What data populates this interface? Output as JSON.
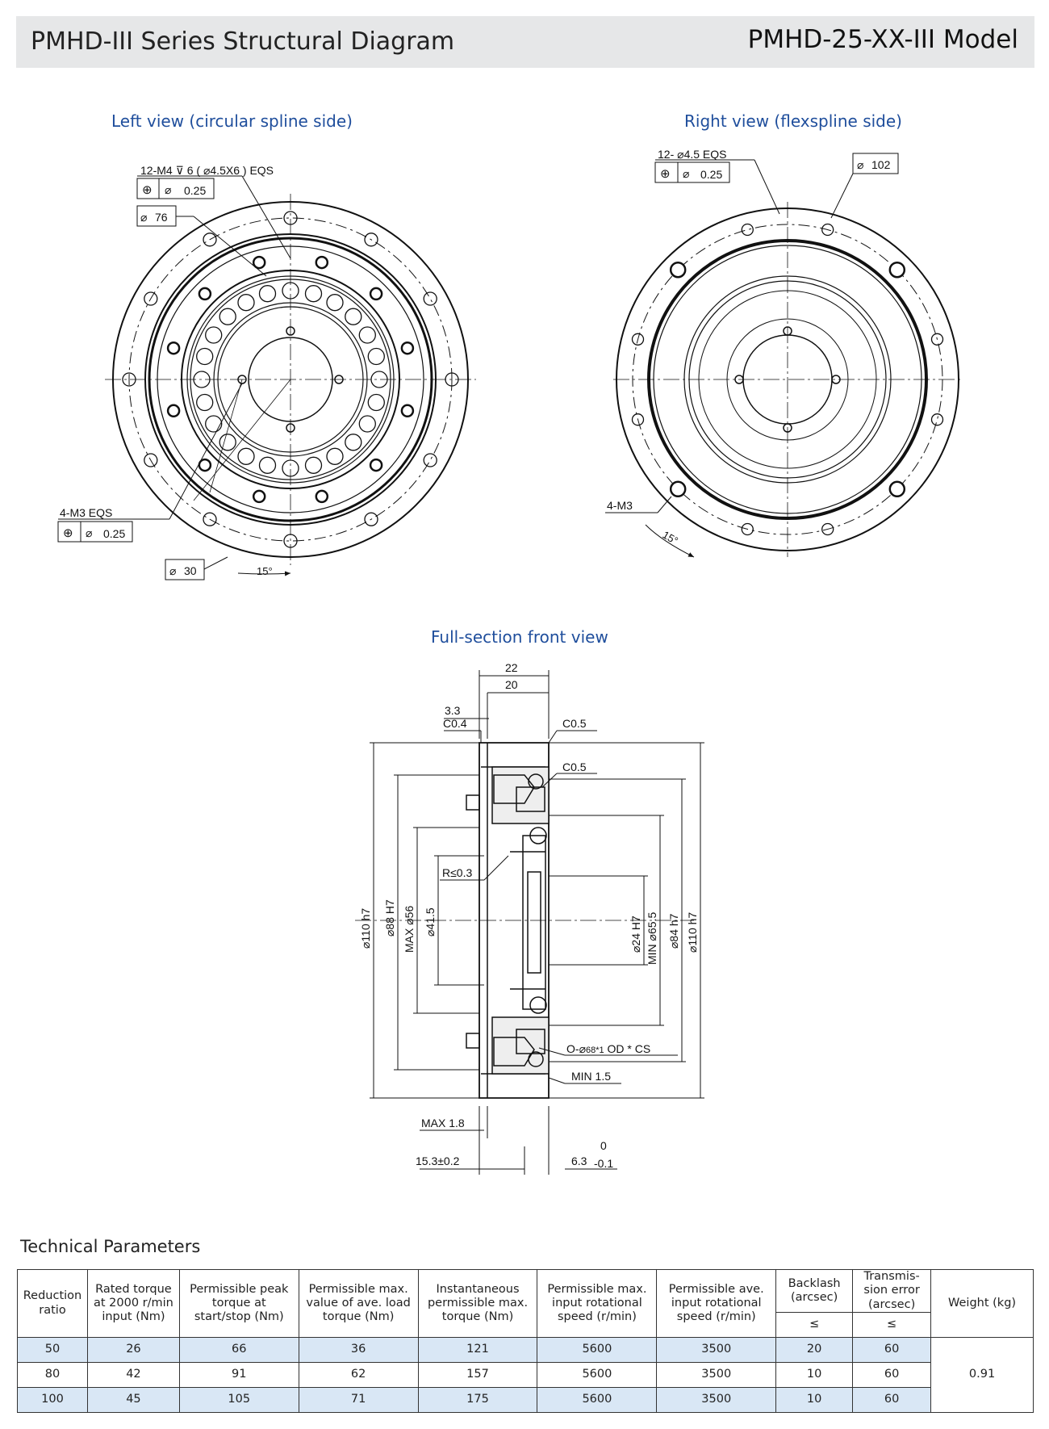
{
  "header": {
    "title": "PMHD-III Series Structural Diagram",
    "model": "PMHD-25-XX-III Model"
  },
  "captions": {
    "left": "Left view (circular spline side)",
    "right": "Right view (flexspline side)",
    "section": "Full-section front view"
  },
  "left_view": {
    "holes_callout": "12-M4",
    "depth": "6",
    "bore": "4.5X6",
    "eqs": "EQS",
    "pos_tol": "0.25",
    "dia76": "76",
    "m3_callout": "4-M3 EQS",
    "m3_tol": "0.25",
    "dia30": "30",
    "angle": "15°"
  },
  "right_view": {
    "holes_callout": "12-",
    "hole_dia": "4.5 EQS",
    "pos_tol": "0.25",
    "dia102": "102",
    "m3_callout": "4-M3",
    "angle": "15°"
  },
  "section_view": {
    "d22": "22",
    "d20": "20",
    "d33": "3.3",
    "c04": "C0.4",
    "c05a": "C0.5",
    "c05b": "C0.5",
    "r03": "R≤0.3",
    "d110a": "110 h7",
    "d88": "88 H7",
    "max56": "MAX",
    "d56": "56",
    "d415": "41.5",
    "d24": "24 H7",
    "min655": "MIN",
    "d655": "65.5",
    "d84": "84 h7",
    "d110b": "110 h7",
    "oring_pre": "O-",
    "oring_dia": "68*1",
    "oring_post": "OD * CS",
    "min15": "MIN 1.5",
    "max18": "MAX 1.8",
    "d153": "15.3",
    "d153tol": "±0.2",
    "d63": "6.3",
    "tol_up": "0",
    "tol_dn": "-0.1"
  },
  "tech_params": {
    "title": "Technical Parameters",
    "headers": [
      "Reduction ratio",
      "Rated torque at 2000 r/min input (Nm)",
      "Permissible peak torque at start/stop (Nm)",
      "Permissible max. value of ave. load torque (Nm)",
      "Instantaneous permissible max. torque (Nm)",
      "Permissible max. input rotational speed (r/min)",
      "Permissible ave. input rotational speed (r/min)",
      "Backlash (arcsec)",
      "Transmis- sion error (arcsec)",
      "Weight (kg)"
    ],
    "sub_le": "≤",
    "rows": [
      [
        "50",
        "26",
        "66",
        "36",
        "121",
        "5600",
        "3500",
        "20",
        "60"
      ],
      [
        "80",
        "42",
        "91",
        "62",
        "157",
        "5600",
        "3500",
        "10",
        "60"
      ],
      [
        "100",
        "45",
        "105",
        "71",
        "175",
        "5600",
        "3500",
        "10",
        "60"
      ]
    ],
    "weight": "0.91",
    "row_highlight": "#d9e7f5"
  }
}
